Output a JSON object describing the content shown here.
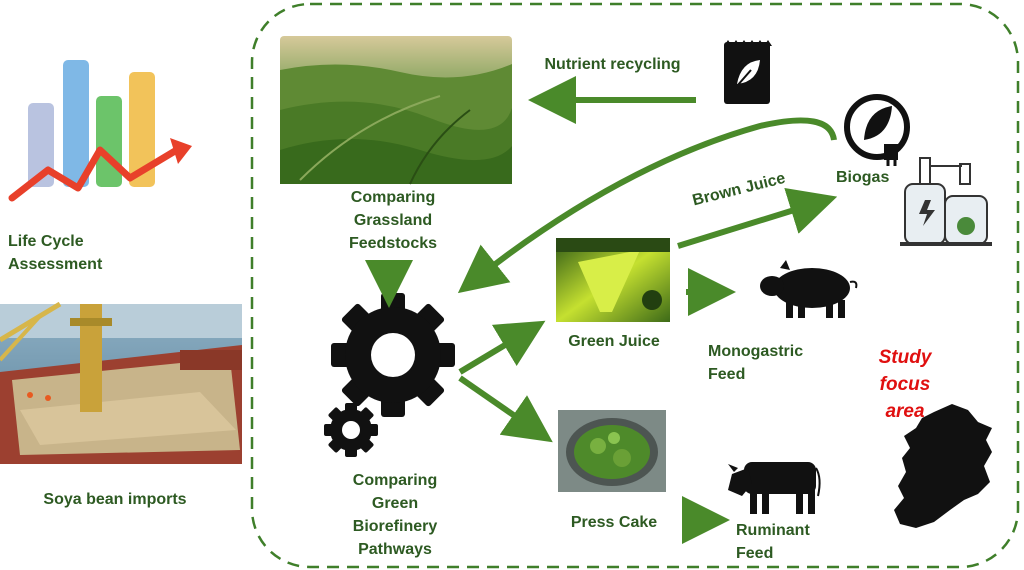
{
  "left_panel": {
    "lca_label_line1": "Life Cycle",
    "lca_label_line2": "Assessment",
    "soya_label": "Soya bean imports"
  },
  "nodes": {
    "grassland": [
      "Comparing",
      "Grassland",
      "Feedstocks"
    ],
    "biorefinery": [
      "Comparing",
      "Green",
      "Biorefinery",
      "Pathways"
    ],
    "green_juice": "Green Juice",
    "press_cake": "Press Cake",
    "brown_juice": "Brown Juice",
    "biogas": "Biogas",
    "nutrient_recycling": "Nutrient recycling",
    "monogastric": [
      "Monogastric",
      "Feed"
    ],
    "ruminant": [
      "Ruminant",
      "Feed"
    ]
  },
  "study_area": [
    "Study",
    "focus",
    "area"
  ],
  "colors": {
    "arrow_green": "#4a8a2a",
    "label_green": "#2d5a22",
    "dashed_border": "#3f7f2a",
    "study_red": "#e01010"
  },
  "icons": [
    "bar-chart-icon",
    "fertilizer-bag-icon",
    "biogas-plug-icon",
    "biogas-plant-icon",
    "gear-icon",
    "pig-icon",
    "cow-icon",
    "ireland-map-icon"
  ]
}
